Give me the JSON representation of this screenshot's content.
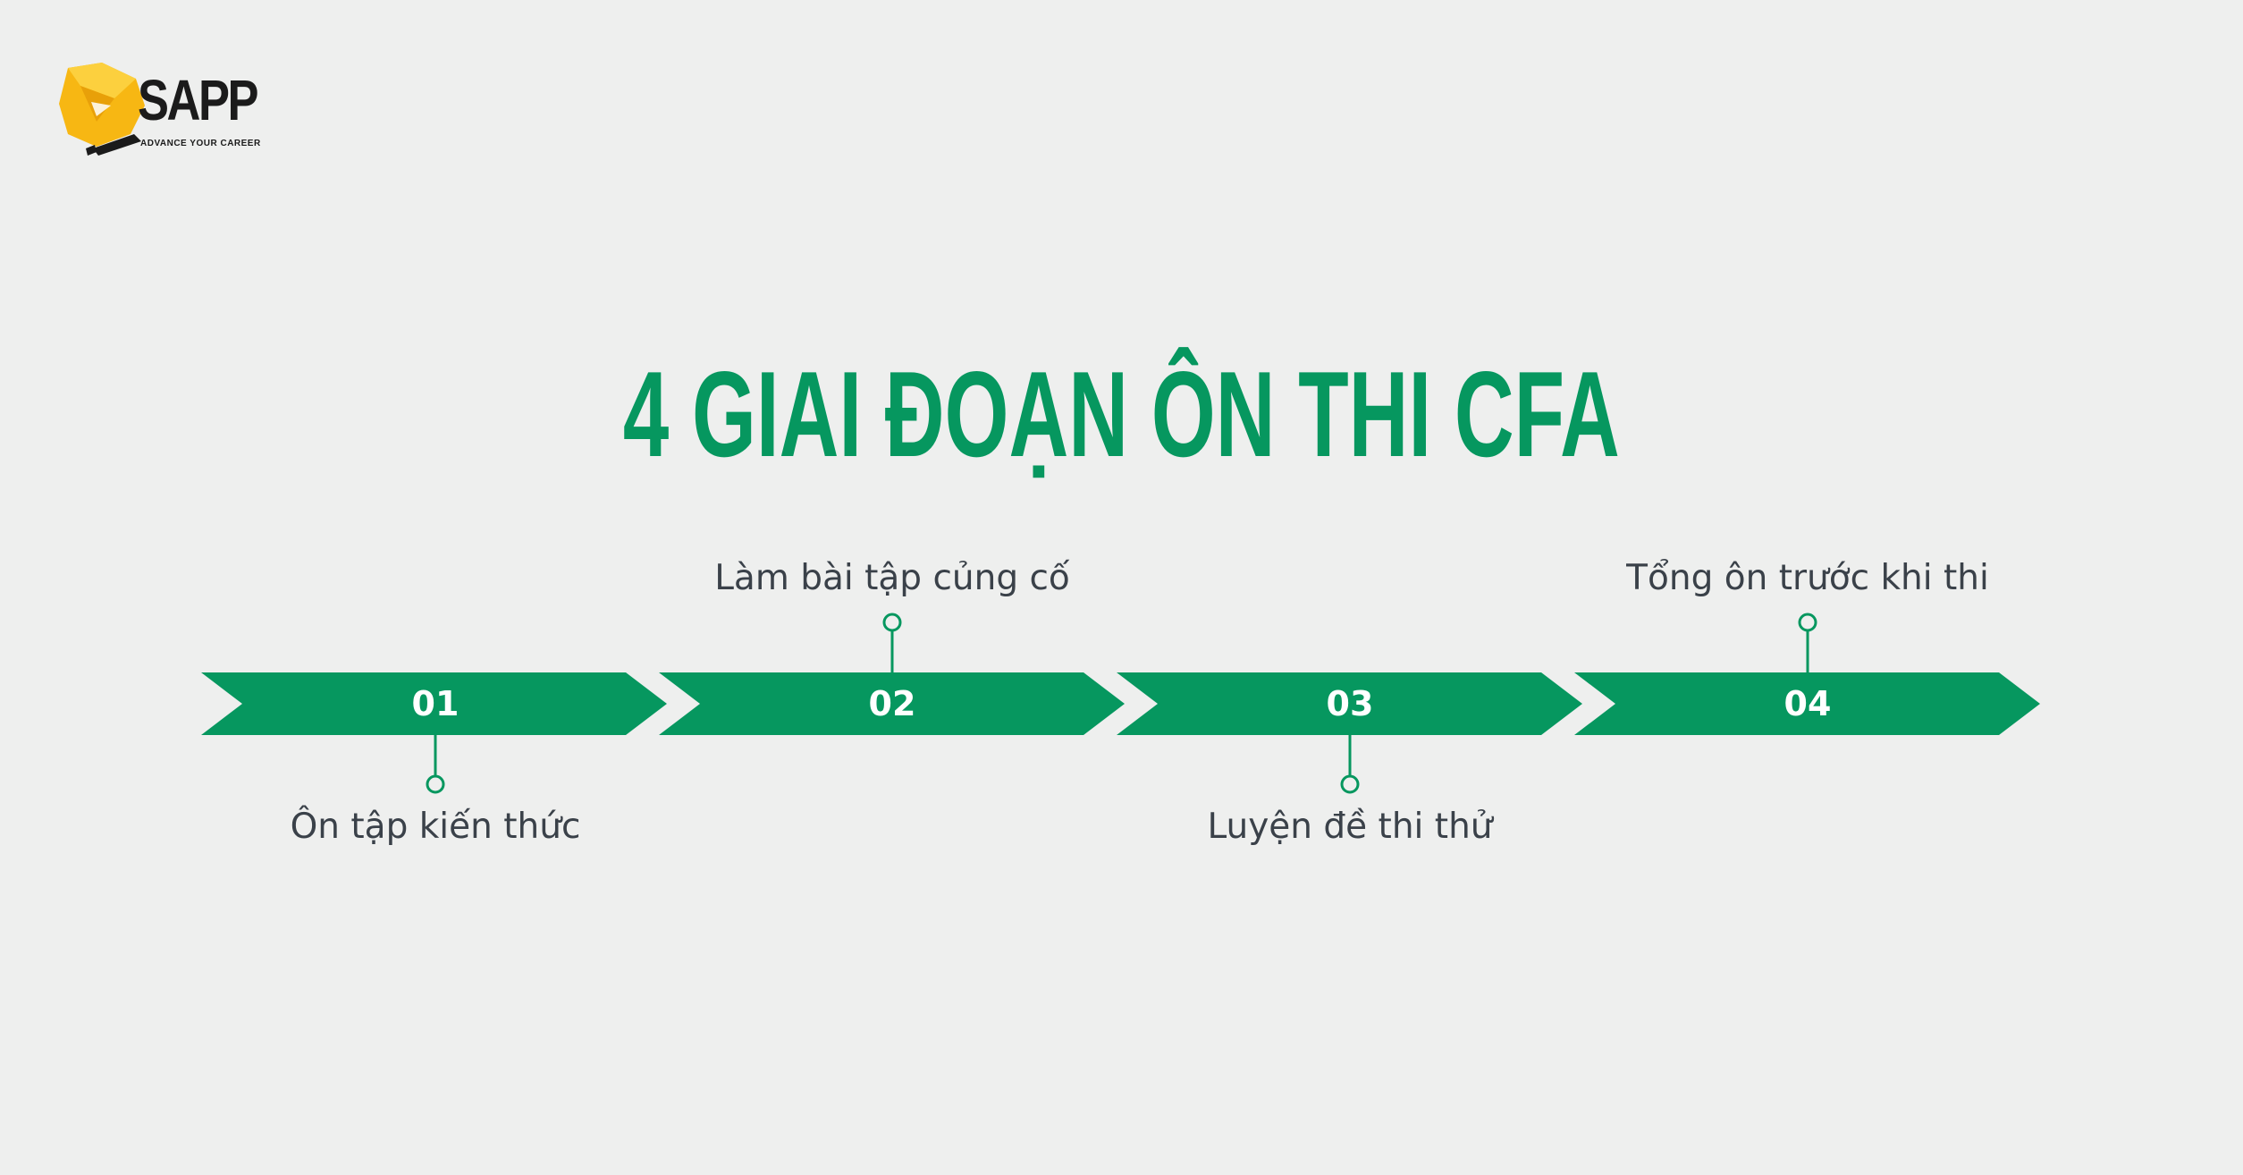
{
  "logo": {
    "brand": "SAPP",
    "tagline": "ADVANCE YOUR CAREER"
  },
  "title": "4 GIAI ĐOẠN ÔN THI CFA",
  "colors": {
    "accent": "#06975f",
    "background": "#eeefee",
    "label_text": "#3a4149",
    "logo_yellow": "#f7b713"
  },
  "steps": [
    {
      "number": "01",
      "label": "Ôn tập kiến thức",
      "label_position": "below"
    },
    {
      "number": "02",
      "label": "Làm bài tập củng cố",
      "label_position": "above"
    },
    {
      "number": "03",
      "label": "Luyện đề thi thử",
      "label_position": "below"
    },
    {
      "number": "04",
      "label": "Tổng ôn trước khi thi",
      "label_position": "above"
    }
  ]
}
